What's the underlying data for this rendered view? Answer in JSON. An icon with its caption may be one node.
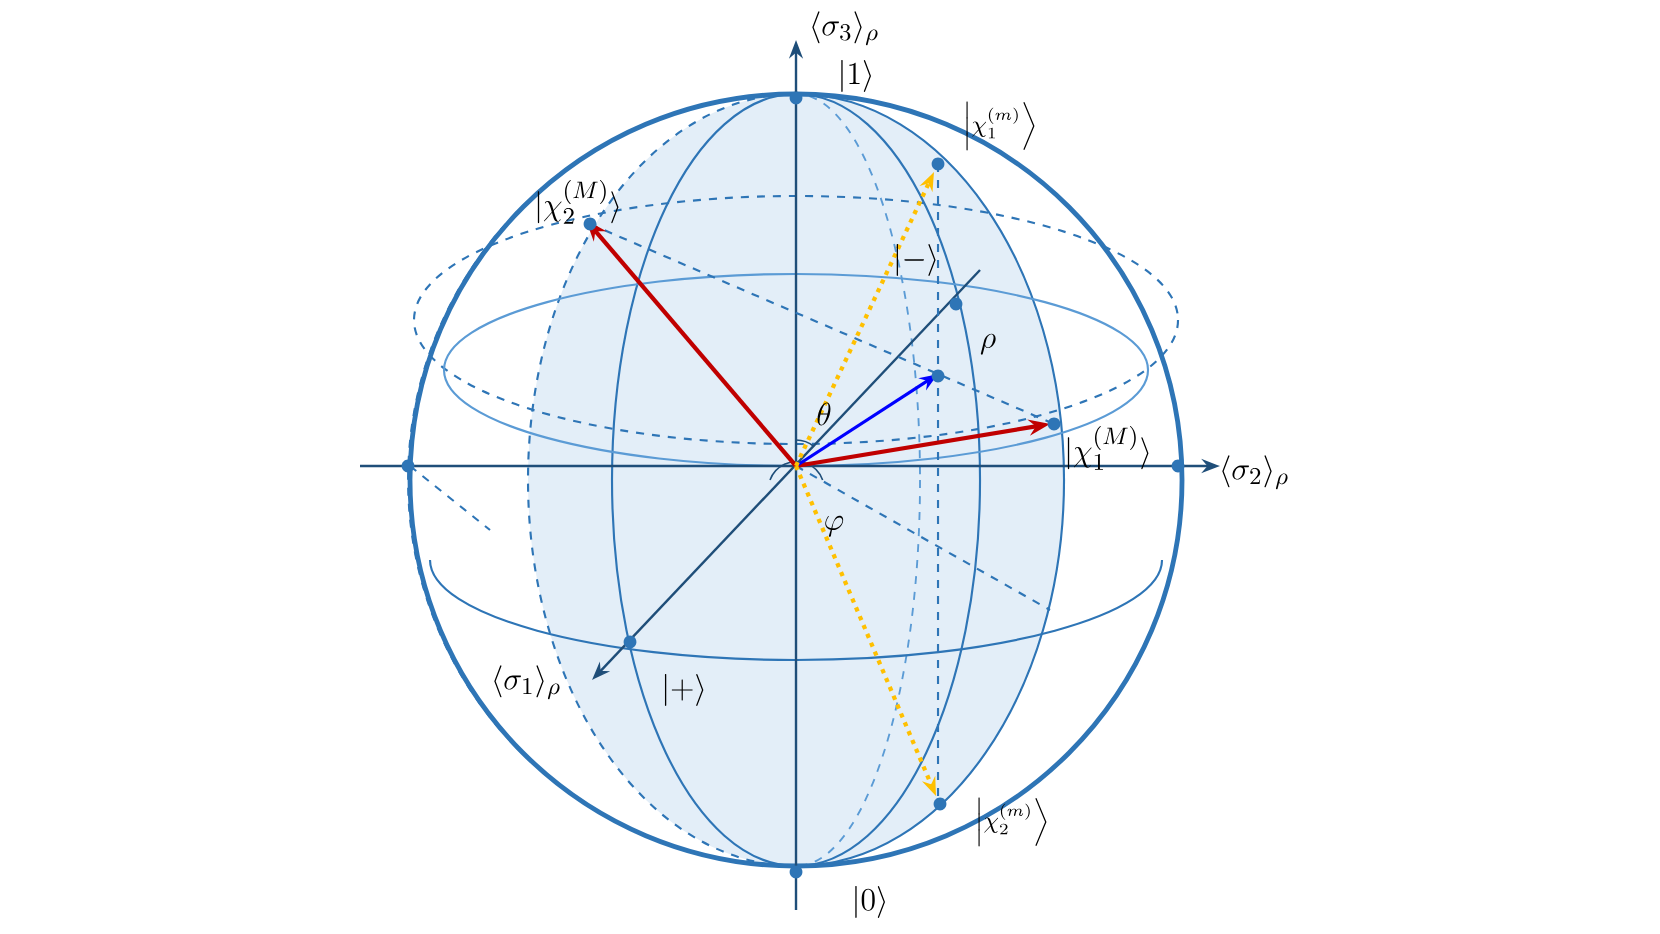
{
  "diagram": {
    "labels": [
      "\\langle\\sigma_3\\rangle_\\rho",
      "|1\\rangle",
      "\\left|\\chi_1^{(m)}\\right\\rangle",
      "|\\chi_2^{(M)}\\rangle",
      "|-\\rangle",
      "\\rho",
      "\\theta",
      "|\\chi_1^{(M)}\\rangle",
      "\\langle\\sigma_2\\rangle_\\rho",
      "\\varphi",
      "\\langle\\sigma_1\\rangle_\\rho",
      "|+\\rangle",
      "|0\\rangle",
      "\\left|\\chi_2^{(m)}\\right\\rangle"
    ]
  }
}
